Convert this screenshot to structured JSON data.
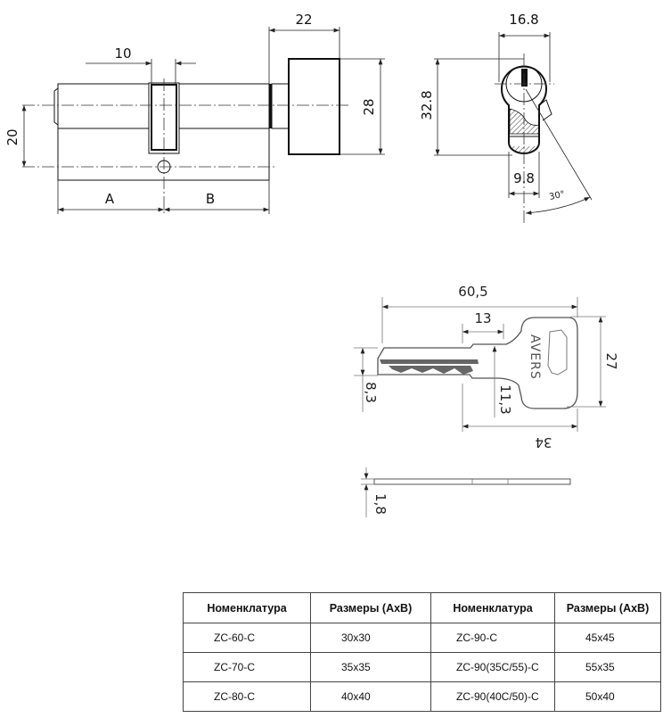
{
  "cylinder_front": {
    "dim_top_knob": "22",
    "dim_cam": "10",
    "dim_height": "20",
    "dim_knob_height": "28",
    "label_a": "A",
    "label_b": "B"
  },
  "cylinder_profile": {
    "dim_width": "16.8",
    "dim_height": "32.8",
    "dim_body_width": "9.8",
    "angle": "30°"
  },
  "key": {
    "brand": "AVERS",
    "dim_length": "60,5",
    "dim_shoulder": "13",
    "dim_bow_height": "27",
    "dim_blade_height": "8,3",
    "dim_shoulder_height": "11,3",
    "dim_bow_length": "34",
    "dim_thickness": "1,8"
  },
  "table": {
    "headers": [
      "Номенклатура",
      "Размеры (АхВ)",
      "Номенклатура",
      "Размеры (АхВ)"
    ],
    "rows": [
      [
        "ZC-60-C",
        "30x30",
        "ZC-90-C",
        "45x45"
      ],
      [
        "ZC-70-C",
        "35x35",
        "ZC-90(35C/55)-C",
        "55x35"
      ],
      [
        "ZC-80-C",
        "40x40",
        "ZC-90(40C/50)-C",
        "50x40"
      ]
    ]
  }
}
